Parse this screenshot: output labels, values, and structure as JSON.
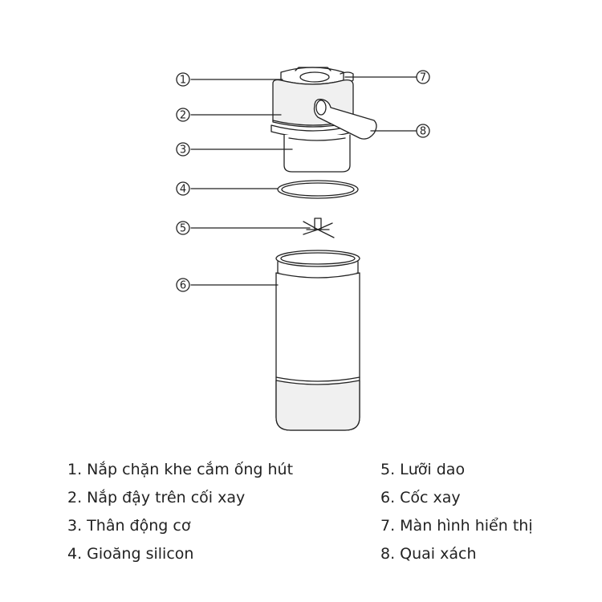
{
  "callouts": [
    "1",
    "2",
    "3",
    "4",
    "5",
    "6",
    "7",
    "8"
  ],
  "legend": {
    "left": [
      "1. Nắp chặn khe cắm ống hút",
      "2. Nắp đậy trên cối xay",
      "3. Thân động cơ",
      "4. Gioăng silicon"
    ],
    "right": [
      "5. Lưỡi dao",
      "6. Cốc xay",
      "7. Màn hình hiển thị",
      "8. Quai xách"
    ]
  },
  "colors": {
    "line": "#222222",
    "body_shade": "#f0f0f0",
    "background": "#ffffff"
  }
}
